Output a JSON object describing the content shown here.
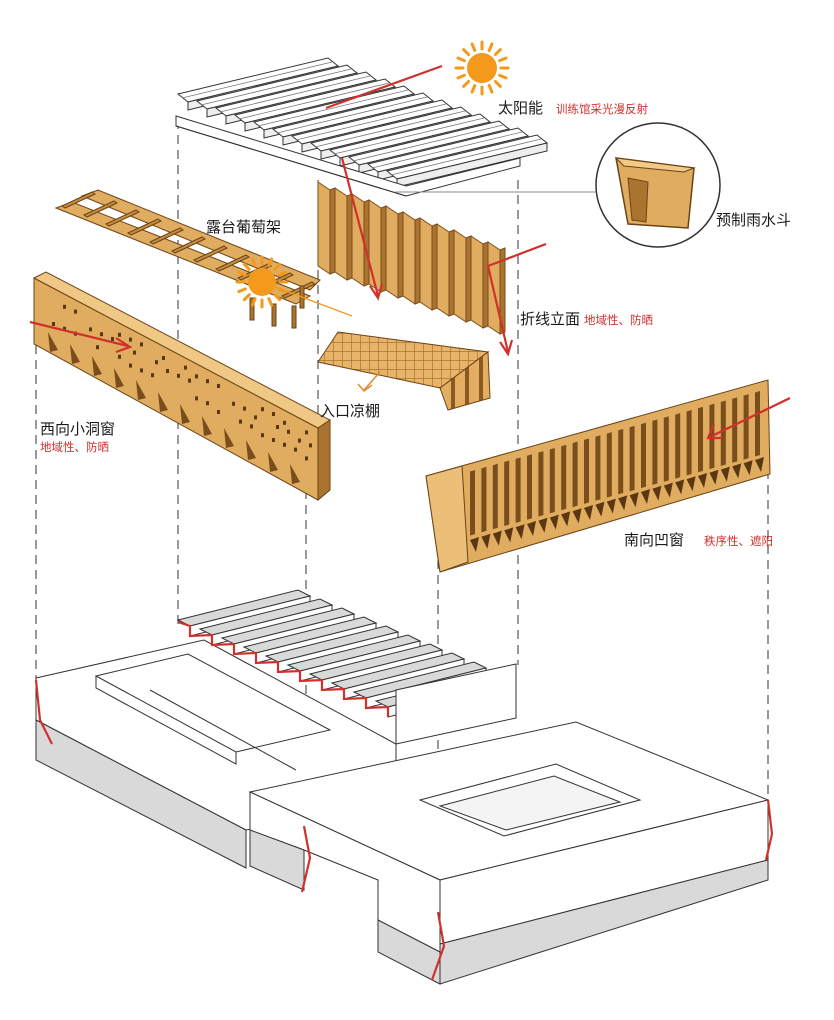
{
  "labels": {
    "solar": {
      "title": "太阳能",
      "note": "训练馆采光漫反射"
    },
    "scupper": {
      "title": "预制雨水斗"
    },
    "pergola": {
      "title": "露台葡萄架"
    },
    "folded_facade": {
      "title": "折线立面",
      "note": "地域性、防晒"
    },
    "entrance_canopy": {
      "title": "入口凉棚"
    },
    "west_windows": {
      "title": "西向小洞窗",
      "note": "地域性、防晒"
    },
    "south_windows": {
      "title": "南向凹窗",
      "note": "秩序性、遮阳"
    }
  },
  "palette": {
    "wood": "#e0ac5f",
    "wood_dark": "#a9742f",
    "accent_red": "#d0312d",
    "sun": "#f39a1c",
    "gray_face": "#d9d9d9",
    "line": "#2a2a2a"
  }
}
